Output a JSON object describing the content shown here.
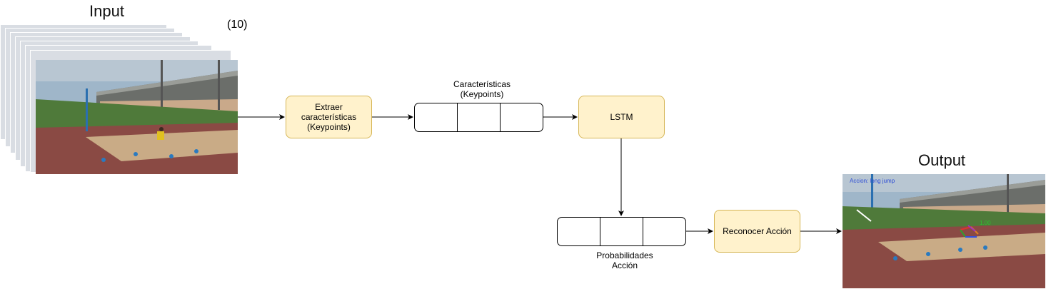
{
  "input": {
    "title": "Input",
    "count": "(10)"
  },
  "output": {
    "title": "Output",
    "overlay_label": "Accion: long jump",
    "overlay_score": "1.00"
  },
  "nodes": {
    "extract": "Extraer características (Keypoints)",
    "features_label_line1": "Características",
    "features_label_line2": "(Keypoints)",
    "lstm": "LSTM",
    "probs_label_line1": "Probabilidades",
    "probs_label_line2": "Acción",
    "recognize": "Reconocer Acción"
  },
  "colors": {
    "process_fill": "#fff2cc",
    "process_border": "#d6b656",
    "sky": "#9fb6c9",
    "field": "#4f7a3a",
    "track": "#8a4a44",
    "sand": "#c9ab86"
  }
}
